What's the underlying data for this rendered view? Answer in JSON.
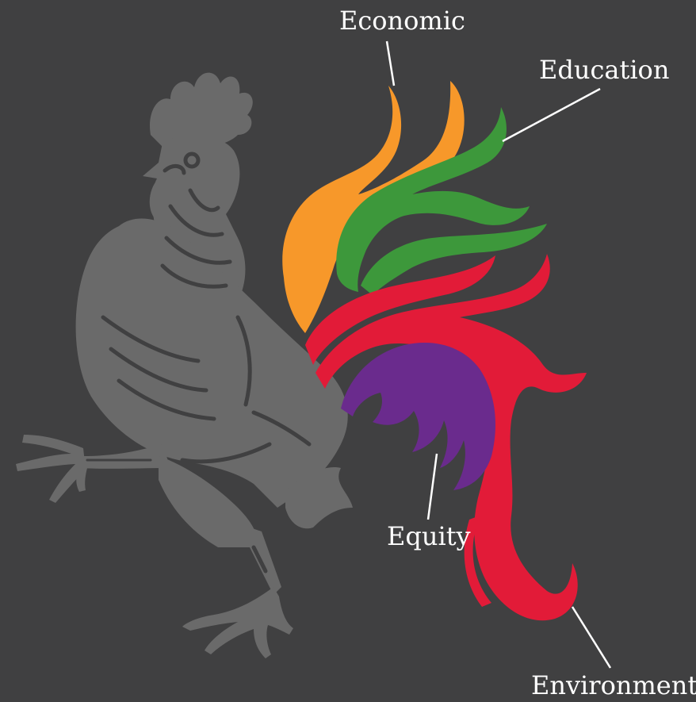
{
  "labels": {
    "economic": "Economic",
    "education": "Education",
    "equity": "Equity",
    "environment": "Environment"
  },
  "colors": {
    "background": "#404041",
    "rooster": "#6a6a6a",
    "economic": "#f7982a",
    "education": "#3d983b",
    "environment": "#e21b38",
    "equity": "#6a2b8d",
    "leader": "#ffffff"
  }
}
